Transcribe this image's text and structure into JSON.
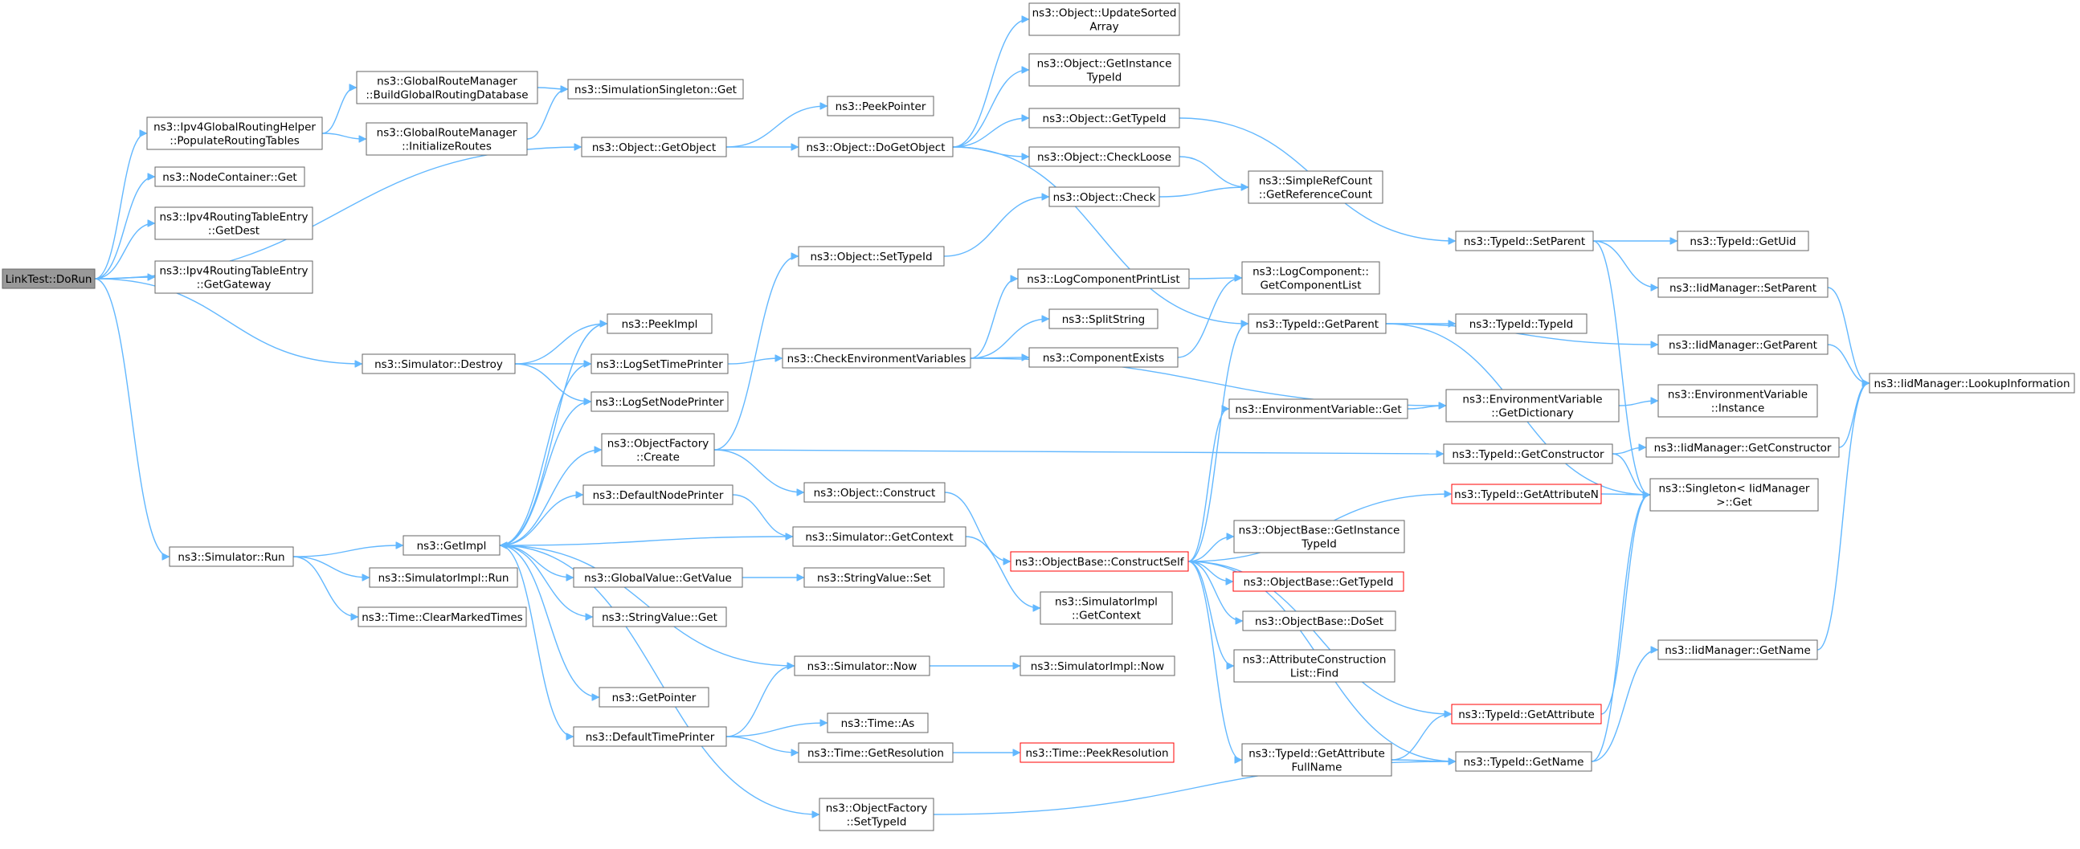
{
  "graph": {
    "root": "LinkTest::DoRun",
    "colors": {
      "edge": "#63b8ff",
      "node_border": "#666666",
      "root_fill": "#999999",
      "truncated_border": "#ff0000"
    },
    "nodes": [
      {
        "id": "doRun",
        "lines": [
          "LinkTest::DoRun"
        ],
        "root": true
      },
      {
        "id": "populate",
        "lines": [
          "ns3::Ipv4GlobalRoutingHelper",
          "::PopulateRoutingTables"
        ]
      },
      {
        "id": "buildDb",
        "lines": [
          "ns3::GlobalRouteManager",
          "::BuildGlobalRoutingDatabase"
        ]
      },
      {
        "id": "initRoutes",
        "lines": [
          "ns3::GlobalRouteManager",
          "::InitializeRoutes"
        ]
      },
      {
        "id": "simSingleton",
        "lines": [
          "ns3::SimulationSingleton::Get"
        ]
      },
      {
        "id": "nodeContainerGet",
        "lines": [
          "ns3::NodeContainer::Get"
        ]
      },
      {
        "id": "getDest",
        "lines": [
          "ns3::Ipv4RoutingTableEntry",
          "::GetDest"
        ]
      },
      {
        "id": "getGateway",
        "lines": [
          "ns3::Ipv4RoutingTableEntry",
          "::GetGateway"
        ]
      },
      {
        "id": "getObject",
        "lines": [
          "ns3::Object::GetObject"
        ]
      },
      {
        "id": "peekPointer",
        "lines": [
          "ns3::PeekPointer"
        ]
      },
      {
        "id": "doGetObject",
        "lines": [
          "ns3::Object::DoGetObject"
        ]
      },
      {
        "id": "updateSorted",
        "lines": [
          "ns3::Object::UpdateSorted",
          "Array"
        ]
      },
      {
        "id": "getInstanceTypeId",
        "lines": [
          "ns3::Object::GetInstance",
          "TypeId"
        ]
      },
      {
        "id": "objGetTypeId",
        "lines": [
          "ns3::Object::GetTypeId"
        ]
      },
      {
        "id": "checkLoose",
        "lines": [
          "ns3::Object::CheckLoose"
        ]
      },
      {
        "id": "objCheck",
        "lines": [
          "ns3::Object::Check"
        ]
      },
      {
        "id": "refCount",
        "lines": [
          "ns3::SimpleRefCount",
          "::GetReferenceCount"
        ]
      },
      {
        "id": "setTypeIdObj",
        "lines": [
          "ns3::Object::SetTypeId"
        ]
      },
      {
        "id": "typeIdSetParent",
        "lines": [
          "ns3::TypeId::SetParent"
        ]
      },
      {
        "id": "getUid",
        "lines": [
          "ns3::TypeId::GetUid"
        ]
      },
      {
        "id": "iidSetParent",
        "lines": [
          "ns3::IidManager::SetParent"
        ]
      },
      {
        "id": "iidGetParent",
        "lines": [
          "ns3::IidManager::GetParent"
        ]
      },
      {
        "id": "lookupInfo",
        "lines": [
          "ns3::IidManager::LookupInformation"
        ]
      },
      {
        "id": "logPrintList",
        "lines": [
          "ns3::LogComponentPrintList"
        ]
      },
      {
        "id": "getComponentList",
        "lines": [
          "ns3::LogComponent::",
          "GetComponentList"
        ]
      },
      {
        "id": "splitString",
        "lines": [
          "ns3::SplitString"
        ]
      },
      {
        "id": "componentExists",
        "lines": [
          "ns3::ComponentExists"
        ]
      },
      {
        "id": "checkEnv",
        "lines": [
          "ns3::CheckEnvironmentVariables"
        ]
      },
      {
        "id": "typeIdGetParent",
        "lines": [
          "ns3::TypeId::GetParent"
        ]
      },
      {
        "id": "typeIdTypeId",
        "lines": [
          "ns3::TypeId::TypeId"
        ]
      },
      {
        "id": "simDestroy",
        "lines": [
          "ns3::Simulator::Destroy"
        ]
      },
      {
        "id": "peekImpl",
        "lines": [
          "ns3::PeekImpl"
        ]
      },
      {
        "id": "logSetTime",
        "lines": [
          "ns3::LogSetTimePrinter"
        ]
      },
      {
        "id": "logSetNode",
        "lines": [
          "ns3::LogSetNodePrinter"
        ]
      },
      {
        "id": "envVarGet",
        "lines": [
          "ns3::EnvironmentVariable::Get"
        ]
      },
      {
        "id": "envGetDict",
        "lines": [
          "ns3::EnvironmentVariable",
          "::GetDictionary"
        ]
      },
      {
        "id": "envInstance",
        "lines": [
          "ns3::EnvironmentVariable",
          "::Instance"
        ]
      },
      {
        "id": "objFactoryCreate",
        "lines": [
          "ns3::ObjectFactory",
          "::Create"
        ]
      },
      {
        "id": "getConstructor",
        "lines": [
          "ns3::TypeId::GetConstructor"
        ]
      },
      {
        "id": "iidGetConstructor",
        "lines": [
          "ns3::IidManager::GetConstructor"
        ]
      },
      {
        "id": "singletonGet",
        "lines": [
          "ns3::Singleton< IidManager",
          " >::Get"
        ]
      },
      {
        "id": "objConstruct",
        "lines": [
          "ns3::Object::Construct"
        ]
      },
      {
        "id": "getAttributeN",
        "lines": [
          "ns3::TypeId::GetAttributeN"
        ],
        "truncated": true
      },
      {
        "id": "simRun",
        "lines": [
          "ns3::Simulator::Run"
        ]
      },
      {
        "id": "getImpl",
        "lines": [
          "ns3::GetImpl"
        ]
      },
      {
        "id": "defaultNodePrinter",
        "lines": [
          "ns3::DefaultNodePrinter"
        ]
      },
      {
        "id": "simGetContext",
        "lines": [
          "ns3::Simulator::GetContext"
        ]
      },
      {
        "id": "constructSelf",
        "lines": [
          "ns3::ObjectBase::ConstructSelf"
        ],
        "truncated": true
      },
      {
        "id": "obGetInstanceTypeId",
        "lines": [
          "ns3::ObjectBase::GetInstance",
          "TypeId"
        ]
      },
      {
        "id": "obGetTypeId",
        "lines": [
          "ns3::ObjectBase::GetTypeId"
        ],
        "truncated": true
      },
      {
        "id": "simImplRun",
        "lines": [
          "ns3::SimulatorImpl::Run"
        ]
      },
      {
        "id": "globalValueGet",
        "lines": [
          "ns3::GlobalValue::GetValue"
        ]
      },
      {
        "id": "stringValueSet",
        "lines": [
          "ns3::StringValue::Set"
        ]
      },
      {
        "id": "simImplGetContext",
        "lines": [
          "ns3::SimulatorImpl",
          "::GetContext"
        ]
      },
      {
        "id": "clearMarked",
        "lines": [
          "ns3::Time::ClearMarkedTimes"
        ]
      },
      {
        "id": "stringValueGet",
        "lines": [
          "ns3::StringValue::Get"
        ]
      },
      {
        "id": "obDoSet",
        "lines": [
          "ns3::ObjectBase::DoSet"
        ]
      },
      {
        "id": "iidGetName",
        "lines": [
          "ns3::IidManager::GetName"
        ]
      },
      {
        "id": "simNow",
        "lines": [
          "ns3::Simulator::Now"
        ]
      },
      {
        "id": "simImplNow",
        "lines": [
          "ns3::SimulatorImpl::Now"
        ]
      },
      {
        "id": "attrConstructFind",
        "lines": [
          "ns3::AttributeConstruction",
          "List::Find"
        ]
      },
      {
        "id": "getPointer",
        "lines": [
          "ns3::GetPointer"
        ]
      },
      {
        "id": "timeAs",
        "lines": [
          "ns3::Time::As"
        ]
      },
      {
        "id": "getAttribute",
        "lines": [
          "ns3::TypeId::GetAttribute"
        ],
        "truncated": true
      },
      {
        "id": "defaultTimePrinter",
        "lines": [
          "ns3::DefaultTimePrinter"
        ]
      },
      {
        "id": "getResolution",
        "lines": [
          "ns3::Time::GetResolution"
        ]
      },
      {
        "id": "peekResolution",
        "lines": [
          "ns3::Time::PeekResolution"
        ],
        "truncated": true
      },
      {
        "id": "getAttrFullName",
        "lines": [
          "ns3::TypeId::GetAttribute",
          "FullName"
        ]
      },
      {
        "id": "typeIdGetName",
        "lines": [
          "ns3::TypeId::GetName"
        ]
      },
      {
        "id": "objFactorySetTypeId",
        "lines": [
          "ns3::ObjectFactory",
          "::SetTypeId"
        ]
      }
    ],
    "edges": [
      [
        "doRun",
        "populate"
      ],
      [
        "doRun",
        "nodeContainerGet"
      ],
      [
        "doRun",
        "getDest"
      ],
      [
        "doRun",
        "getGateway"
      ],
      [
        "doRun",
        "getObject"
      ],
      [
        "doRun",
        "simDestroy"
      ],
      [
        "doRun",
        "simRun"
      ],
      [
        "populate",
        "buildDb"
      ],
      [
        "populate",
        "initRoutes"
      ],
      [
        "buildDb",
        "simSingleton"
      ],
      [
        "initRoutes",
        "simSingleton"
      ],
      [
        "getObject",
        "peekPointer"
      ],
      [
        "getObject",
        "doGetObject"
      ],
      [
        "doGetObject",
        "updateSorted"
      ],
      [
        "doGetObject",
        "getInstanceTypeId"
      ],
      [
        "doGetObject",
        "objGetTypeId"
      ],
      [
        "doGetObject",
        "checkLoose"
      ],
      [
        "doGetObject",
        "typeIdGetParent"
      ],
      [
        "objGetTypeId",
        "typeIdSetParent"
      ],
      [
        "checkLoose",
        "refCount"
      ],
      [
        "objCheck",
        "refCount"
      ],
      [
        "setTypeIdObj",
        "objCheck"
      ],
      [
        "typeIdSetParent",
        "getUid"
      ],
      [
        "typeIdSetParent",
        "iidSetParent"
      ],
      [
        "typeIdSetParent",
        "singletonGet"
      ],
      [
        "iidSetParent",
        "lookupInfo"
      ],
      [
        "iidGetParent",
        "lookupInfo"
      ],
      [
        "iidGetConstructor",
        "lookupInfo"
      ],
      [
        "iidGetName",
        "lookupInfo"
      ],
      [
        "logPrintList",
        "getComponentList"
      ],
      [
        "componentExists",
        "getComponentList"
      ],
      [
        "checkEnv",
        "logPrintList"
      ],
      [
        "checkEnv",
        "splitString"
      ],
      [
        "checkEnv",
        "componentExists"
      ],
      [
        "checkEnv",
        "envGetDict"
      ],
      [
        "typeIdGetParent",
        "typeIdTypeId"
      ],
      [
        "typeIdGetParent",
        "iidGetParent"
      ],
      [
        "typeIdGetParent",
        "singletonGet"
      ],
      [
        "simDestroy",
        "peekImpl"
      ],
      [
        "simDestroy",
        "logSetTime"
      ],
      [
        "simDestroy",
        "logSetNode"
      ],
      [
        "logSetTime",
        "checkEnv"
      ],
      [
        "envVarGet",
        "envGetDict"
      ],
      [
        "envGetDict",
        "envInstance"
      ],
      [
        "objFactoryCreate",
        "setTypeIdObj"
      ],
      [
        "objFactoryCreate",
        "getConstructor"
      ],
      [
        "objFactoryCreate",
        "objConstruct"
      ],
      [
        "getConstructor",
        "iidGetConstructor"
      ],
      [
        "getConstructor",
        "singletonGet"
      ],
      [
        "objConstruct",
        "constructSelf"
      ],
      [
        "getAttributeN",
        "singletonGet"
      ],
      [
        "simRun",
        "getImpl"
      ],
      [
        "simRun",
        "simImplRun"
      ],
      [
        "simRun",
        "clearMarked"
      ],
      [
        "getImpl",
        "peekImpl"
      ],
      [
        "getImpl",
        "logSetTime"
      ],
      [
        "getImpl",
        "logSetNode"
      ],
      [
        "getImpl",
        "objFactoryCreate"
      ],
      [
        "getImpl",
        "defaultNodePrinter"
      ],
      [
        "getImpl",
        "globalValueGet"
      ],
      [
        "getImpl",
        "stringValueGet"
      ],
      [
        "getImpl",
        "getPointer"
      ],
      [
        "getImpl",
        "defaultTimePrinter"
      ],
      [
        "getImpl",
        "objFactorySetTypeId"
      ],
      [
        "simGetContext",
        "getImpl"
      ],
      [
        "simNow",
        "getImpl"
      ],
      [
        "defaultNodePrinter",
        "simGetContext"
      ],
      [
        "simGetContext",
        "simImplGetContext"
      ],
      [
        "constructSelf",
        "typeIdGetParent"
      ],
      [
        "constructSelf",
        "envVarGet"
      ],
      [
        "constructSelf",
        "getAttributeN"
      ],
      [
        "constructSelf",
        "obGetInstanceTypeId"
      ],
      [
        "constructSelf",
        "obGetTypeId"
      ],
      [
        "constructSelf",
        "obDoSet"
      ],
      [
        "constructSelf",
        "attrConstructFind"
      ],
      [
        "constructSelf",
        "getAttribute"
      ],
      [
        "constructSelf",
        "getAttrFullName"
      ],
      [
        "constructSelf",
        "typeIdGetName"
      ],
      [
        "globalValueGet",
        "stringValueSet"
      ],
      [
        "simNow",
        "simImplNow"
      ],
      [
        "getAttribute",
        "singletonGet"
      ],
      [
        "defaultTimePrinter",
        "simNow"
      ],
      [
        "defaultTimePrinter",
        "timeAs"
      ],
      [
        "defaultTimePrinter",
        "getResolution"
      ],
      [
        "getResolution",
        "peekResolution"
      ],
      [
        "getAttrFullName",
        "getAttribute"
      ],
      [
        "getAttrFullName",
        "typeIdGetName"
      ],
      [
        "typeIdGetName",
        "singletonGet"
      ],
      [
        "typeIdGetName",
        "iidGetName"
      ],
      [
        "objFactorySetTypeId",
        "typeIdGetName"
      ]
    ]
  }
}
